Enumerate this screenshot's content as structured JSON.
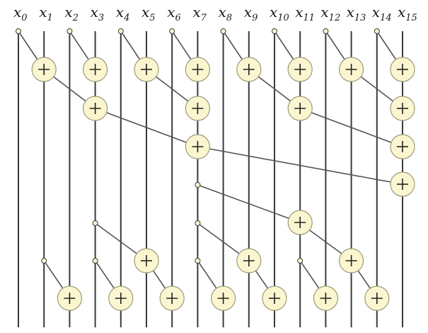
{
  "diagram": {
    "labels": [
      {
        "base": "x",
        "sub": "0"
      },
      {
        "base": "x",
        "sub": "1"
      },
      {
        "base": "x",
        "sub": "2"
      },
      {
        "base": "x",
        "sub": "3"
      },
      {
        "base": "x",
        "sub": "4"
      },
      {
        "base": "x",
        "sub": "5"
      },
      {
        "base": "x",
        "sub": "6"
      },
      {
        "base": "x",
        "sub": "7"
      },
      {
        "base": "x",
        "sub": "8"
      },
      {
        "base": "x",
        "sub": "9"
      },
      {
        "base": "x",
        "sub": "10"
      },
      {
        "base": "x",
        "sub": "11"
      },
      {
        "base": "x",
        "sub": "12"
      },
      {
        "base": "x",
        "sub": "13"
      },
      {
        "base": "x",
        "sub": "14"
      },
      {
        "base": "x",
        "sub": "15"
      }
    ],
    "operator_symbol": "+",
    "colors": {
      "wire": "#3a3a3a",
      "adder_fill": "#fbf6cf",
      "adder_stroke": "#9a9a7a",
      "node_fill": "#fbf6cf",
      "connector": "#555555"
    },
    "stages": [
      {
        "ops": [
          [
            0,
            1
          ],
          [
            2,
            3
          ],
          [
            4,
            5
          ],
          [
            6,
            7
          ],
          [
            8,
            9
          ],
          [
            10,
            11
          ],
          [
            12,
            13
          ],
          [
            14,
            15
          ]
        ]
      },
      {
        "ops": [
          [
            1,
            3
          ],
          [
            5,
            7
          ],
          [
            9,
            11
          ],
          [
            13,
            15
          ]
        ]
      },
      {
        "ops": [
          [
            3,
            7
          ],
          [
            11,
            15
          ]
        ]
      },
      {
        "ops": [
          [
            7,
            15
          ]
        ]
      },
      {
        "ops": [
          [
            7,
            11
          ]
        ]
      },
      {
        "ops": [
          [
            3,
            5
          ],
          [
            7,
            9
          ],
          [
            11,
            13
          ]
        ]
      },
      {
        "ops": [
          [
            1,
            2
          ],
          [
            3,
            4
          ],
          [
            5,
            6
          ],
          [
            7,
            8
          ],
          [
            9,
            10
          ],
          [
            11,
            12
          ],
          [
            13,
            14
          ]
        ]
      }
    ]
  }
}
